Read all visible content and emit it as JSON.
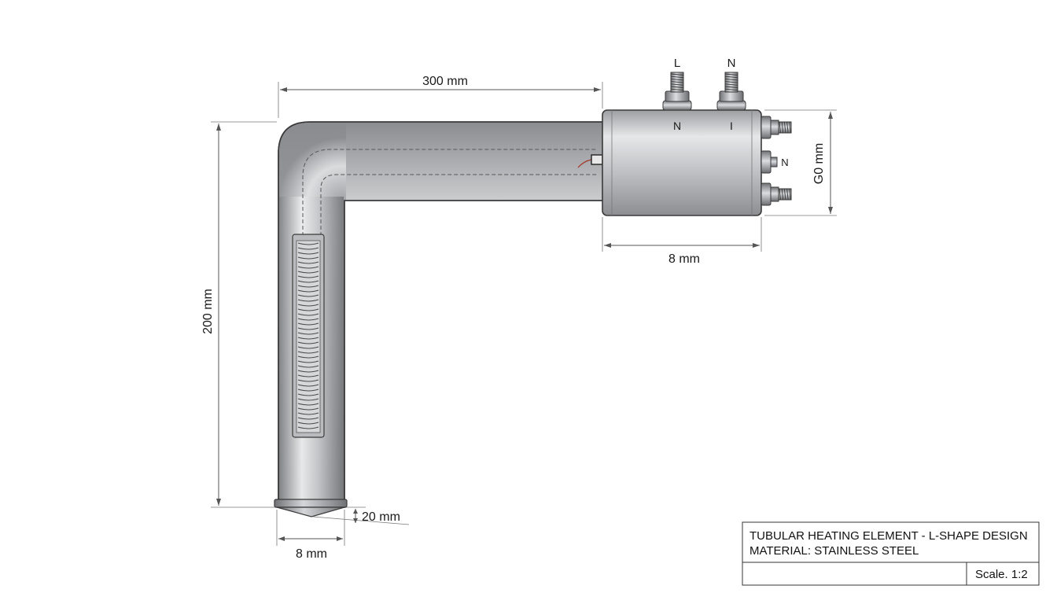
{
  "dimensions": {
    "horizontal_length": "300 mm",
    "vertical_length": "200 mm",
    "tip_height": "20 mm",
    "tube_diameter": "8 mm",
    "housing_length": "8 mm",
    "housing_height": "G0 mm"
  },
  "terminals": {
    "top_left": "L",
    "top_right": "N",
    "housing_left": "N",
    "housing_right": "I",
    "side_middle": "N"
  },
  "title_block": {
    "title": "TUBULAR HEATING ELEMENT - L-SHAPE DESIGN",
    "material": "MATERIAL: STAINLESS STEEL",
    "scale": "Scale. 1:2"
  },
  "colors": {
    "steel_dark": "#7d7f83",
    "steel_mid": "#bfc1c4",
    "steel_light": "#f2f3f4",
    "outline": "#3a3a3a",
    "lead_wire": "#a33a2a"
  }
}
